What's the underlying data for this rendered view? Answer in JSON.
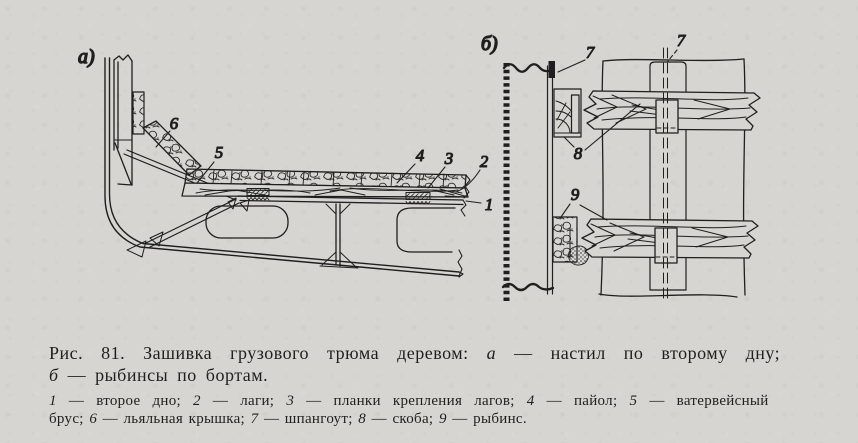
{
  "figure": {
    "caption": {
      "line1": [
        {
          "t": "Рис. 81. Зашивка грузового трюма деревом: "
        },
        {
          "t": "а",
          "i": true
        },
        {
          "t": " — настил по второму дну;"
        }
      ],
      "line2": [
        {
          "t": "б",
          "i": true
        },
        {
          "t": " — рыбинсы по бортам."
        }
      ],
      "legend_line1": [
        {
          "t": "1",
          "i": true
        },
        {
          "t": " — второе дно; "
        },
        {
          "t": "2",
          "i": true
        },
        {
          "t": " — лаги; "
        },
        {
          "t": "3",
          "i": true
        },
        {
          "t": " — планки крепления лагов; "
        },
        {
          "t": "4",
          "i": true
        },
        {
          "t": " — пайол; "
        },
        {
          "t": "5",
          "i": true
        },
        {
          "t": " — ватервейсный"
        }
      ],
      "legend_line2": [
        {
          "t": "брус; "
        },
        {
          "t": "6",
          "i": true
        },
        {
          "t": " — льяльная крышка; "
        },
        {
          "t": "7",
          "i": true
        },
        {
          "t": " — шпангоут; "
        },
        {
          "t": "8",
          "i": true
        },
        {
          "t": " — скоба; "
        },
        {
          "t": "9",
          "i": true
        },
        {
          "t": " — рыбинс."
        }
      ]
    },
    "panels": {
      "a": {
        "label": "а)",
        "callouts": {
          "n1": "1",
          "n2": "2",
          "n3": "3",
          "n4": "4",
          "n5": "5",
          "n6": "6"
        }
      },
      "b": {
        "label": "б)",
        "callouts": {
          "n7_frame": "7",
          "n7_bolt": "7",
          "n8": "8",
          "n9": "9"
        }
      }
    },
    "colors": {
      "paper": "#d6d5d1",
      "ink": "#1f1f1f"
    }
  }
}
